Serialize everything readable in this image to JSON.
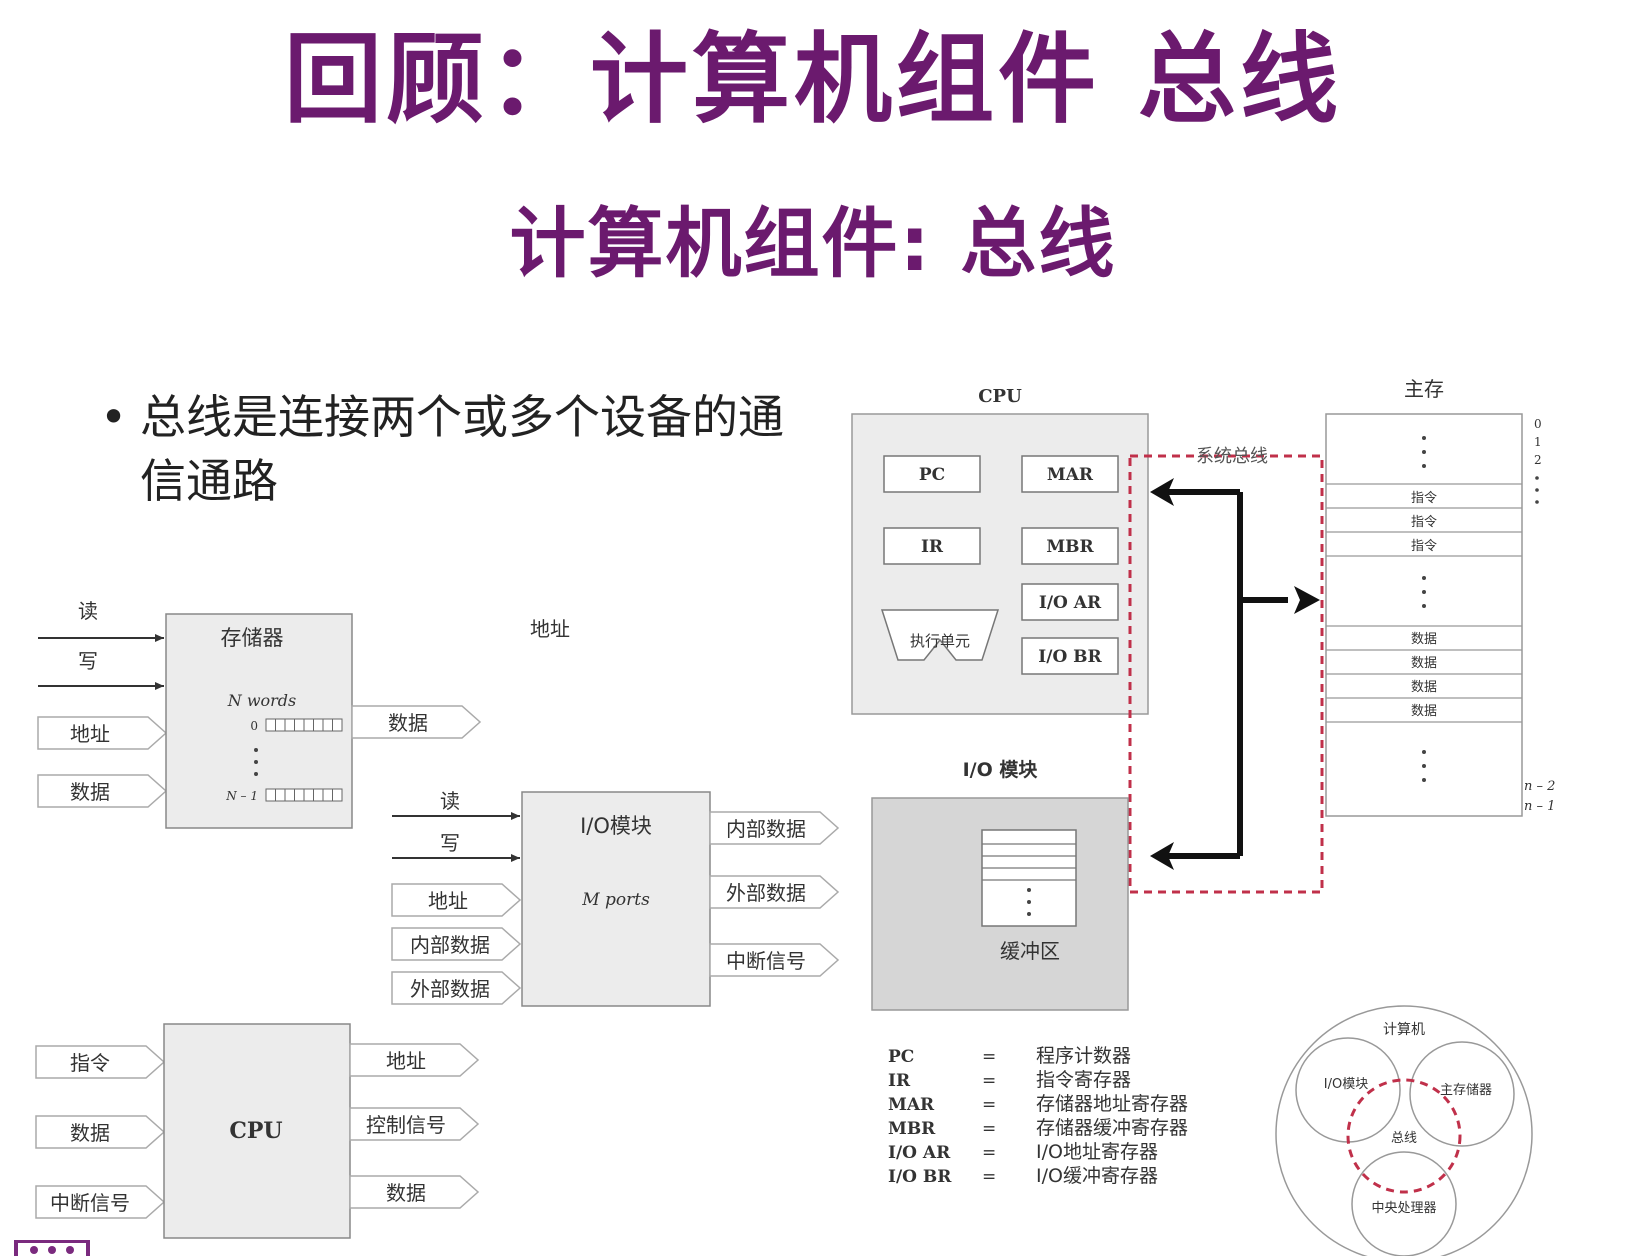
{
  "slide": {
    "title": "回顾：计算机组件 总线",
    "subtitle": "计算机组件: 总线",
    "bullet": "总线是连接两个或多个设备的通信通路"
  },
  "memory_module": {
    "input_read": "读",
    "input_write": "写",
    "input_address": "地址",
    "input_data": "数据",
    "box_label": "存储器",
    "words_label": "N words",
    "row_first": "0",
    "row_last": "N – 1",
    "output_data": "数据",
    "address_label": "地址"
  },
  "io_module": {
    "input_read": "读",
    "input_write": "写",
    "input_address": "地址",
    "input_internal_data": "内部数据",
    "input_external_data": "外部数据",
    "box_label": "I/O模块",
    "ports_label": "M ports",
    "output_internal_data": "内部数据",
    "output_external_data": "外部数据",
    "output_interrupt": "中断信号"
  },
  "cpu_module": {
    "input_instruction": "指令",
    "input_data": "数据",
    "input_interrupt": "中断信号",
    "box_label": "CPU",
    "output_address": "地址",
    "output_control": "控制信号",
    "output_data": "数据"
  },
  "system_diagram": {
    "cpu_title": "CPU",
    "registers": [
      "PC",
      "MAR",
      "IR",
      "MBR",
      "I/O AR",
      "I/O BR"
    ],
    "exec_unit": "执行单元",
    "bus_label": "系统总线",
    "memory_title": "主存",
    "memory_indices_top": [
      "0",
      "1",
      "2"
    ],
    "memory_indices_bottom": [
      "n – 2",
      "n – 1"
    ],
    "memory_instructions": [
      "指令",
      "指令",
      "指令"
    ],
    "memory_data": [
      "数据",
      "数据",
      "数据",
      "数据"
    ],
    "io_title": "I/O 模块",
    "buffer_label": "缓冲区",
    "bus_color": "#c0304a"
  },
  "legend": [
    {
      "abbr": "PC",
      "eq": "=",
      "desc": "程序计数器"
    },
    {
      "abbr": "IR",
      "eq": "=",
      "desc": "指令寄存器"
    },
    {
      "abbr": "MAR",
      "eq": "=",
      "desc": "存储器地址寄存器"
    },
    {
      "abbr": "MBR",
      "eq": "=",
      "desc": "存储器缓冲寄存器"
    },
    {
      "abbr": "I/O AR",
      "eq": "=",
      "desc": "I/O地址寄存器"
    },
    {
      "abbr": "I/O BR",
      "eq": "=",
      "desc": "I/O缓冲寄存器"
    }
  ],
  "venn": {
    "computer": "计算机",
    "io": "I/O模块",
    "memory": "主存储器",
    "bus": "总线",
    "cpu": "中央处理器"
  },
  "colors": {
    "title": "#6b1a6e",
    "box_fill": "#ececec",
    "io_box_fill": "#d6d6d6",
    "bus_dash": "#c0304a"
  }
}
